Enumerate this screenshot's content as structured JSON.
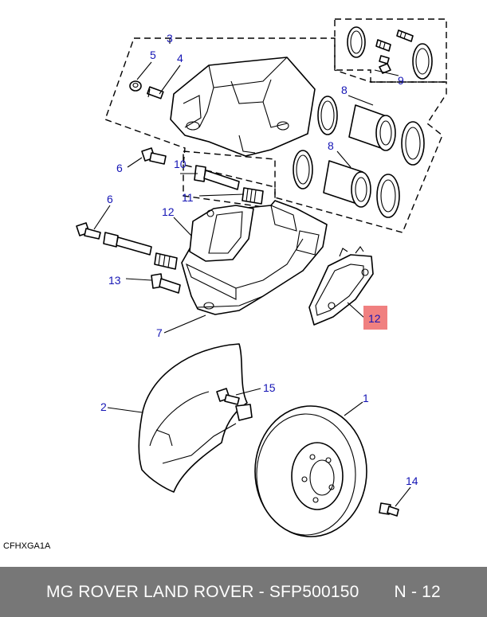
{
  "diagram": {
    "code": "CFHXGA1A",
    "callouts": {
      "c1": "1",
      "c2": "2",
      "c3": "3",
      "c4": "4",
      "c5": "5",
      "c6a": "6",
      "c6b": "6",
      "c7": "7",
      "c8a": "8",
      "c8b": "8",
      "c9": "9",
      "c10": "10",
      "c11": "11",
      "c12a": "12",
      "c12b": "12",
      "c13": "13",
      "c14": "14",
      "c15": "15"
    },
    "highlight_color": "#f08080",
    "callout_color": "#1515b5"
  },
  "footer": {
    "brand_part": "MG ROVER LAND ROVER - SFP500150",
    "page": "N - 12"
  }
}
